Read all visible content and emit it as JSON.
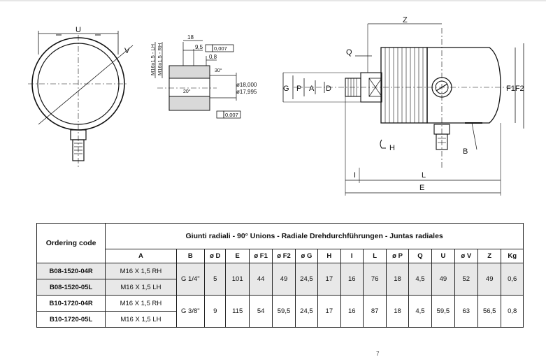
{
  "drawing": {
    "label_u": "U",
    "label_v": "V",
    "dim_18": "18",
    "dim_9_5": "9,5",
    "dim_0_8": "0,8",
    "tol_1": "0,007",
    "tol_2": "0,007",
    "angle_30": "30°",
    "angle_20": "20°",
    "dia_max": "ø18,000",
    "dia_min": "ø17,995",
    "thread_lh": "M16x1,5 - LH",
    "thread_rh": "M16x1,5 - RH",
    "label_z": "Z",
    "label_q": "Q",
    "label_g": "G",
    "label_p": "P",
    "label_a": "A",
    "label_d": "D",
    "label_f1f2": "F1F2",
    "label_h": "H",
    "label_b": "B",
    "label_i": "I",
    "label_l": "L",
    "label_e": "E"
  },
  "table": {
    "ordering_code_header": "Ordering code",
    "title": "Giunti radiali - 90° Unions - Radiale Drehdurchführungen - Juntas radiales",
    "columns": [
      "A",
      "B",
      "ø D",
      "E",
      "ø F1",
      "ø F2",
      "ø G",
      "H",
      "I",
      "L",
      "ø P",
      "Q",
      "U",
      "ø V",
      "Z",
      "Kg"
    ],
    "groups": [
      {
        "codes": [
          "B08-1520-04R",
          "B08-1520-05L"
        ],
        "threads": [
          "M16 X 1,5 RH",
          "M16 X 1,5 LH"
        ],
        "values": [
          "G 1/4\"",
          "5",
          "101",
          "44",
          "49",
          "24,5",
          "17",
          "16",
          "76",
          "18",
          "4,5",
          "49",
          "52",
          "49",
          "0,6"
        ]
      },
      {
        "codes": [
          "B10-1720-04R",
          "B10-1720-05L"
        ],
        "threads": [
          "M16 X 1,5 RH",
          "M16 X 1,5 LH"
        ],
        "values": [
          "G 3/8\"",
          "9",
          "115",
          "54",
          "59,5",
          "24,5",
          "17",
          "16",
          "87",
          "18",
          "4,5",
          "59,5",
          "63",
          "56,5",
          "0,8"
        ]
      }
    ]
  },
  "page": {
    "number": "7"
  }
}
